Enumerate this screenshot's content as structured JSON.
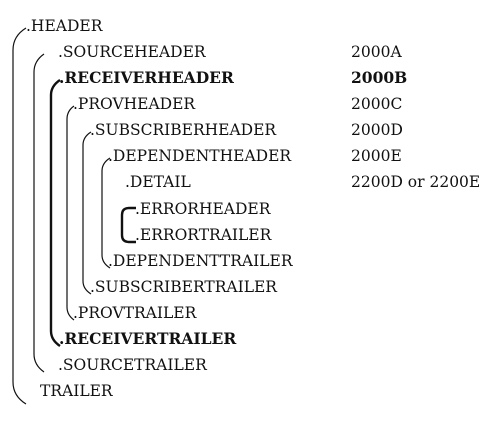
{
  "rows": [
    {
      "segment": ".HEADER",
      "code": ""
    },
    {
      "segment": ".SOURCEHEADER",
      "code": "2000A"
    },
    {
      "segment": ".RECEIVERHEADER",
      "code": "2000B"
    },
    {
      "segment": ".PROVHEADER",
      "code": "2000C"
    },
    {
      "segment": ".SUBSCRIBERHEADER",
      "code": "2000D"
    },
    {
      "segment": ".DEPENDENTHEADER",
      "code": "2000E"
    },
    {
      "segment": ".DETAIL",
      "code": "2200D or 2200E"
    },
    {
      "segment": ".ERRORHEADER",
      "code": ""
    },
    {
      "segment": ".ERRORTRAILER",
      "code": ""
    },
    {
      "segment": ".DEPENDENTTRAILER",
      "code": ""
    },
    {
      "segment": ".SUBSCRIBERTRAILER",
      "code": ""
    },
    {
      "segment": ".PROVTRAILER",
      "code": ""
    },
    {
      "segment": ".RECEIVERTRAILER",
      "code": ""
    },
    {
      "segment": ".SOURCETRAILER",
      "code": ""
    },
    {
      "segment": "TRAILER",
      "code": ""
    }
  ]
}
